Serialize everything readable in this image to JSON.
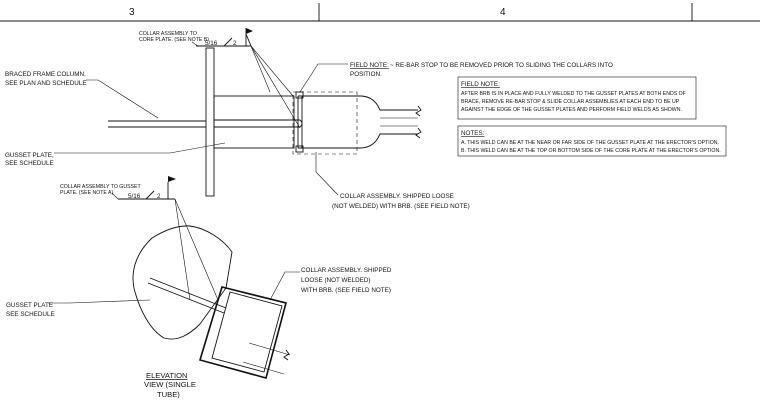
{
  "grid": {
    "left_label": "3",
    "right_label": "4"
  },
  "weld_top": {
    "ref": "COLLAR ASSEMBLY TO CORE PLATE. (SEE NOTE B)",
    "size": "5/16",
    "length": "2"
  },
  "weld_bottom": {
    "ref": "COLLAR ASSEMBLY TO GUSSET PLATE. (SEE NOTE A)",
    "size": "5/16",
    "length": "2"
  },
  "labels": {
    "column_line1": "BRACED FRAME COLUMN.",
    "column_line2": "SEE PLAN AND SCHEDULE",
    "gusset_top_line1": "GUSSET PLATE,",
    "gusset_top_line2": "SEE SCHEDULE",
    "gusset_bot_line1": "GUSSET PLATE",
    "gusset_bot_line2": "SEE SCHEDULE",
    "collar_top_line1": "COLLAR ASSEMBLY. SHIPPED LOOSE",
    "collar_top_line2": "(NOT WELDED) WITH BRB. (SEE FIELD NOTE)",
    "collar_bot_line1": "COLLAR ASSEMBLY. SHIPPED",
    "collar_bot_line2": "LOOSE (NOT WELDED)",
    "collar_bot_line3": "WITH BRB. (SEE FIELD NOTE)"
  },
  "field_note_1": {
    "title": "FIELD NOTE:",
    "line1": "~ RE-BAR STOP TO BE REMOVED PRIOR TO SLIDING THE COLLARS INTO",
    "line2": "POSITION."
  },
  "field_note_2": {
    "title": "FIELD NOTE:",
    "line1": "AFTER BRB IS IN PLACE AND FULLY WELDED TO THE GUSSET PLATES AT BOTH ENDS OF",
    "line2": "BRACE, REMOVE RE-BAR STOP & SLIDE COLLAR ASSEMBLIES AT EACH END TO BE UP",
    "line3": "AGAINST THE EDGE OF THE GUSSET PLATES AND PERFORM FIELD WELDS AS SHOWN."
  },
  "notes": {
    "title": "NOTES:",
    "a": "A. THIS WELD CAN BE AT THE NEAR OR FAR SIDE OF THE GUSSET PLATE AT THE ERECTOR'S OPTION.",
    "b": "B. THIS WELD CAN BE AT THE TOP OR BOTTOM SIDE OF THE CORE PLATE AT THE ERECTOR'S OPTION."
  },
  "elevation": {
    "line1": "ELEVATION",
    "line2": "VIEW (SINGLE",
    "line3": "TUBE)"
  }
}
